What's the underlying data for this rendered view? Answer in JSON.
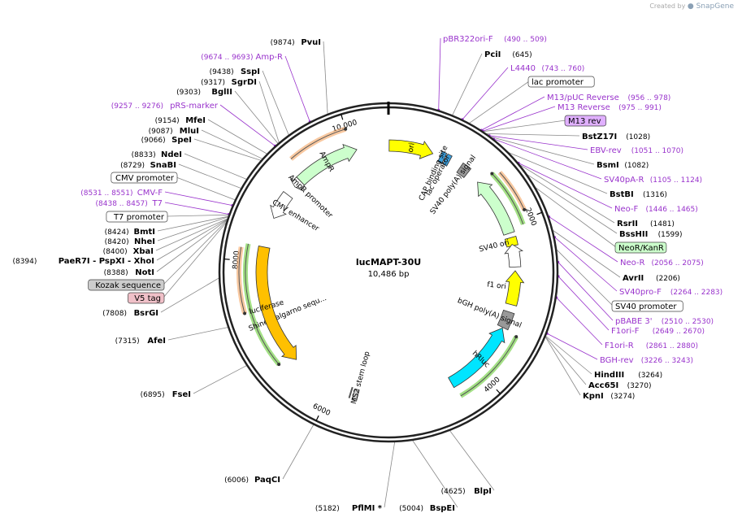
{
  "header": {
    "created_by": "Created by",
    "brand": "SnapGene"
  },
  "plasmid": {
    "name": "lucMAPT-30U",
    "size_label": "10,486 bp",
    "length": 10486
  },
  "ticks": [
    {
      "pos": 2000,
      "label": "2000"
    },
    {
      "pos": 4000,
      "label": "4000"
    },
    {
      "pos": 6000,
      "label": "6000"
    },
    {
      "pos": 8000,
      "label": "8000"
    },
    {
      "pos": 10000,
      "label": "10,000"
    }
  ],
  "features": [
    {
      "name": "ori",
      "start": 9,
      "end": 597,
      "dir": 1,
      "kind": "arrow",
      "fill": "#ffff00",
      "label": "ori"
    },
    {
      "name": "lac-operator",
      "start": 776,
      "end": 800,
      "dir": 0,
      "kind": "box",
      "fill": "#3c9edb",
      "label": "lac operator"
    },
    {
      "name": "cap-binding-site",
      "start": 700,
      "end": 722,
      "dir": 0,
      "kind": "box",
      "fill": "#3c9edb",
      "label": "CAP binding site"
    },
    {
      "name": "sv40-polya-signal-1",
      "start": 1000,
      "end": 1122,
      "dir": 0,
      "kind": "box",
      "fill": "#999999",
      "label": "SV40 poly(A) signal"
    },
    {
      "name": "neor-kanr",
      "start": 1300,
      "end": 2100,
      "dir": -1,
      "kind": "arrow",
      "fill": "#ccffcc",
      "label": ""
    },
    {
      "name": "sv40-ori",
      "start": 2160,
      "end": 2270,
      "dir": 0,
      "kind": "box",
      "fill": "#ffff00",
      "label": "SV40 ori"
    },
    {
      "name": "sv40-promoter",
      "start": 2250,
      "end": 2550,
      "dir": -1,
      "kind": "arrow",
      "fill": "#ffffff",
      "label": ""
    },
    {
      "name": "f1-ori",
      "start": 2600,
      "end": 3050,
      "dir": -1,
      "kind": "arrow",
      "fill": "#ffff00",
      "label": "f1 ori"
    },
    {
      "name": "bgh-polya-signal",
      "start": 3150,
      "end": 3370,
      "dir": 0,
      "kind": "box",
      "fill": "#999999",
      "label": "bGH poly(A) signal"
    },
    {
      "name": "hrluc",
      "start": 3380,
      "end": 4380,
      "dir": -1,
      "kind": "arrow",
      "fill": "#00e5ff",
      "label": "hRluc"
    },
    {
      "name": "ms2-stem-loop",
      "start": 5650,
      "end": 5700,
      "dir": 0,
      "kind": "box",
      "fill": "#cccccc",
      "label": "MS2 stem loop"
    },
    {
      "name": "shine-dalgarno",
      "start": 7200,
      "end": 7240,
      "dir": 0,
      "kind": "box",
      "fill": "#cccccc",
      "label": "Shine-Dalgarno sequ..."
    },
    {
      "name": "luciferase",
      "start": 6600,
      "end": 8200,
      "dir": -1,
      "kind": "arrow",
      "fill": "#ffc000",
      "label": "luciferase"
    },
    {
      "name": "cmv-enhancer",
      "start": 8600,
      "end": 8960,
      "dir": -1,
      "kind": "arrow",
      "fill": "#ffffff",
      "label": "CMV enhancer"
    },
    {
      "name": "ampr-promoter",
      "start": 9100,
      "end": 9205,
      "dir": -1,
      "kind": "arrow",
      "fill": "#ffffff",
      "label": "AmpR promoter"
    },
    {
      "name": "ampr",
      "start": 9206,
      "end": 10065,
      "dir": 1,
      "kind": "arrow",
      "fill": "#ccffcc",
      "label": "AmpR"
    }
  ],
  "outer_arcs": [
    {
      "name": "arc-ampr-orange",
      "start": 9300,
      "end": 10000,
      "dir": 1,
      "color": "#f4a460"
    },
    {
      "name": "arc-neo-orange",
      "start": 1400,
      "end": 1900,
      "dir": 1,
      "color": "#f4a460"
    },
    {
      "name": "arc-neo-green",
      "start": 1350,
      "end": 2050,
      "dir": -1,
      "color": "#66cc33"
    },
    {
      "name": "arc-hrluc-green",
      "start": 3400,
      "end": 4360,
      "dir": -1,
      "color": "#66cc33"
    },
    {
      "name": "arc-luc-orange",
      "start": 7400,
      "end": 8150,
      "dir": -1,
      "color": "#f4a460"
    },
    {
      "name": "arc-luc-green",
      "start": 6700,
      "end": 8200,
      "dir": -1,
      "color": "#66cc33"
    }
  ],
  "markers": [
    {
      "name": "marker-bottom-1",
      "pos": 5750,
      "color": "#555555"
    }
  ],
  "labels_right": [
    {
      "name": "pBR322ori-F",
      "text": "pBR322ori-F",
      "coord": "(490 .. 509)",
      "pos": 500,
      "kind": "primer"
    },
    {
      "name": "PciI",
      "text": "PciI",
      "coord": "(645)",
      "pos": 645,
      "kind": "enzyme"
    },
    {
      "name": "L4440",
      "text": "L4440",
      "coord": "(743 .. 760)",
      "pos": 752,
      "kind": "primer"
    },
    {
      "name": "lac-promoter",
      "text": "lac promoter",
      "coord": "",
      "pos": 830,
      "kind": "feature",
      "fill": "#ffffff"
    },
    {
      "name": "M13-pUC-Reverse",
      "text": "M13/pUC Reverse",
      "coord": "(956 .. 978)",
      "pos": 967,
      "kind": "primer"
    },
    {
      "name": "M13-Reverse",
      "text": "M13 Reverse",
      "coord": "(975 .. 991)",
      "pos": 983,
      "kind": "primer"
    },
    {
      "name": "M13-rev",
      "text": "M13 rev",
      "coord": "",
      "pos": 990,
      "kind": "feature",
      "fill": "#e0b0ff"
    },
    {
      "name": "BstZ17I",
      "text": "BstZ17I",
      "coord": "(1028)",
      "pos": 1028,
      "kind": "enzyme"
    },
    {
      "name": "EBV-rev",
      "text": "EBV-rev",
      "coord": "(1051 .. 1070)",
      "pos": 1060,
      "kind": "primer"
    },
    {
      "name": "BsmI",
      "text": "BsmI",
      "coord": "(1082)",
      "pos": 1082,
      "kind": "enzyme"
    },
    {
      "name": "SV40pA-R",
      "text": "SV40pA-R",
      "coord": "(1105 .. 1124)",
      "pos": 1114,
      "kind": "primer"
    },
    {
      "name": "BstBI",
      "text": "BstBI",
      "coord": "(1316)",
      "pos": 1316,
      "kind": "enzyme"
    },
    {
      "name": "Neo-F",
      "text": "Neo-F",
      "coord": "(1446 .. 1465)",
      "pos": 1455,
      "kind": "primer"
    },
    {
      "name": "RsrII",
      "text": "RsrII",
      "coord": "(1481)",
      "pos": 1481,
      "kind": "enzyme"
    },
    {
      "name": "BssHII",
      "text": "BssHII",
      "coord": "(1599)",
      "pos": 1599,
      "kind": "enzyme"
    },
    {
      "name": "NeoR-KanR",
      "text": "NeoR/KanR",
      "coord": "",
      "pos": 1750,
      "kind": "feature",
      "fill": "#ccffcc"
    },
    {
      "name": "Neo-R",
      "text": "Neo-R",
      "coord": "(2056 .. 2075)",
      "pos": 2065,
      "kind": "primer"
    },
    {
      "name": "AvrII",
      "text": "AvrII",
      "coord": "(2206)",
      "pos": 2206,
      "kind": "enzyme"
    },
    {
      "name": "SV40pro-F",
      "text": "SV40pro-F",
      "coord": "(2264 .. 2283)",
      "pos": 2273,
      "kind": "primer"
    },
    {
      "name": "SV40-promoter",
      "text": "SV40 promoter",
      "coord": "",
      "pos": 2400,
      "kind": "feature",
      "fill": "#ffffff"
    },
    {
      "name": "pBABE-3",
      "text": "pBABE 3'",
      "coord": "(2510 .. 2530)",
      "pos": 2520,
      "kind": "primer"
    },
    {
      "name": "F1ori-F",
      "text": "F1ori-F",
      "coord": "(2649 .. 2670)",
      "pos": 2660,
      "kind": "primer"
    },
    {
      "name": "F1ori-R",
      "text": "F1ori-R",
      "coord": "(2861 .. 2880)",
      "pos": 2870,
      "kind": "primer"
    },
    {
      "name": "BGH-rev",
      "text": "BGH-rev",
      "coord": "(3226 .. 3243)",
      "pos": 3235,
      "kind": "primer"
    },
    {
      "name": "HindIII",
      "text": "HindIII",
      "coord": "(3264)",
      "pos": 3264,
      "kind": "enzyme"
    },
    {
      "name": "Acc65I",
      "text": "Acc65I",
      "coord": "(3270)",
      "pos": 3270,
      "kind": "enzyme"
    },
    {
      "name": "KpnI",
      "text": "KpnI",
      "coord": "(3274)",
      "pos": 3274,
      "kind": "enzyme"
    }
  ],
  "labels_bottom": [
    {
      "name": "BlpI",
      "text": "BlpI",
      "coord": "(4625)",
      "pos": 4625,
      "kind": "enzyme"
    },
    {
      "name": "BspEI",
      "text": "BspEI",
      "coord": "(5004)",
      "pos": 5004,
      "kind": "enzyme"
    },
    {
      "name": "PflMI",
      "text": "PflMI *",
      "coord": "(5182)",
      "pos": 5182,
      "kind": "enzyme"
    },
    {
      "name": "PaqCI",
      "text": "PaqCI",
      "coord": "(6006)",
      "pos": 6006,
      "kind": "enzyme"
    }
  ],
  "labels_left": [
    {
      "name": "PvuI",
      "text": "PvuI",
      "coord": "(9874)",
      "pos": 9874,
      "kind": "enzyme"
    },
    {
      "name": "Amp-R",
      "text": "Amp-R",
      "coord": "(9674 .. 9693)",
      "pos": 9683,
      "kind": "primer"
    },
    {
      "name": "SspI",
      "text": "SspI",
      "coord": "(9438)",
      "pos": 9438,
      "kind": "enzyme"
    },
    {
      "name": "SgrDI",
      "text": "SgrDI",
      "coord": "(9317)",
      "pos": 9317,
      "kind": "enzyme"
    },
    {
      "name": "BglII",
      "text": "BglII",
      "coord": "(9303)",
      "pos": 9303,
      "kind": "enzyme"
    },
    {
      "name": "pRS-marker",
      "text": "pRS-marker",
      "coord": "(9257 .. 9276)",
      "pos": 9266,
      "kind": "primer"
    },
    {
      "name": "MfeI",
      "text": "MfeI",
      "coord": "(9154)",
      "pos": 9154,
      "kind": "enzyme"
    },
    {
      "name": "MluI",
      "text": "MluI",
      "coord": "(9087)",
      "pos": 9087,
      "kind": "enzyme"
    },
    {
      "name": "SpeI",
      "text": "SpeI",
      "coord": "(9066)",
      "pos": 9066,
      "kind": "enzyme"
    },
    {
      "name": "NdeI",
      "text": "NdeI",
      "coord": "(8833)",
      "pos": 8833,
      "kind": "enzyme"
    },
    {
      "name": "SnaBI",
      "text": "SnaBI",
      "coord": "(8729)",
      "pos": 8729,
      "kind": "enzyme"
    },
    {
      "name": "CMV-promoter",
      "text": "CMV promoter",
      "coord": "",
      "pos": 8600,
      "kind": "feature",
      "fill": "#ffffff"
    },
    {
      "name": "CMV-F",
      "text": "CMV-F",
      "coord": "(8531 .. 8551)",
      "pos": 8541,
      "kind": "primer"
    },
    {
      "name": "T7",
      "text": "T7",
      "coord": "(8438 .. 8457)",
      "pos": 8447,
      "kind": "primer"
    },
    {
      "name": "T7-promoter",
      "text": "T7 promoter",
      "coord": "",
      "pos": 8440,
      "kind": "feature",
      "fill": "#ffffff"
    },
    {
      "name": "BmtI",
      "text": "BmtI",
      "coord": "(8424)",
      "pos": 8424,
      "kind": "enzyme"
    },
    {
      "name": "NheI",
      "text": "NheI",
      "coord": "(8420)",
      "pos": 8420,
      "kind": "enzyme"
    },
    {
      "name": "XbaI",
      "text": "XbaI",
      "coord": "(8400)",
      "pos": 8400,
      "kind": "enzyme"
    },
    {
      "name": "PaeR7I-PspXI-XhoI",
      "text": "PaeR7I - PspXI - XhoI",
      "coord": "(8394)",
      "pos": 8394,
      "kind": "enzyme"
    },
    {
      "name": "NotI",
      "text": "NotI",
      "coord": "(8388)",
      "pos": 8388,
      "kind": "enzyme"
    },
    {
      "name": "Kozak-sequence",
      "text": "Kozak sequence",
      "coord": "",
      "pos": 8380,
      "kind": "feature",
      "fill": "#cccccc"
    },
    {
      "name": "V5-tag",
      "text": "V5 tag",
      "coord": "",
      "pos": 8360,
      "kind": "feature",
      "fill": "#f0c0c8"
    },
    {
      "name": "BsrGI",
      "text": "BsrGI",
      "coord": "(7808)",
      "pos": 7808,
      "kind": "enzyme"
    },
    {
      "name": "AfeI",
      "text": "AfeI",
      "coord": "(7315)",
      "pos": 7315,
      "kind": "enzyme"
    },
    {
      "name": "FseI",
      "text": "FseI",
      "coord": "(6895)",
      "pos": 6895,
      "kind": "enzyme"
    }
  ]
}
